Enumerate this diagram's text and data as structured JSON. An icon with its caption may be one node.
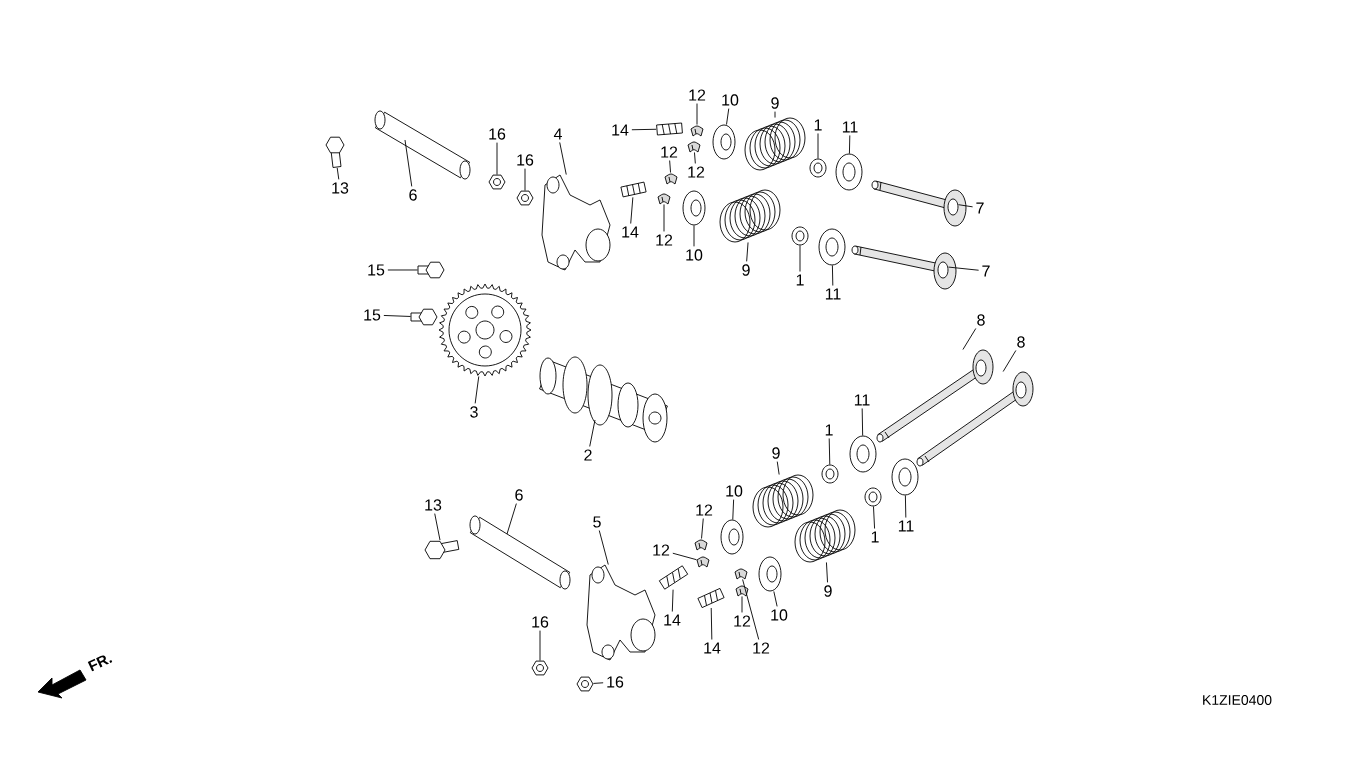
{
  "diagram": {
    "nodes": [
      {
        "text": [
          "13"
        ]
      },
      {
        "text": [
          "6"
        ]
      },
      {
        "text": [
          "16"
        ]
      },
      {
        "text": [
          "16"
        ]
      },
      {
        "text": [
          "4"
        ]
      },
      {
        "text": [
          "14"
        ]
      },
      {
        "text": [
          "12"
        ]
      },
      {
        "text": [
          "10"
        ]
      },
      {
        "text": [
          "9"
        ]
      },
      {
        "text": [
          "1"
        ]
      },
      {
        "text": [
          "11"
        ]
      },
      {
        "text": [
          "12"
        ]
      },
      {
        "text": [
          "12"
        ]
      },
      {
        "text": [
          "14"
        ]
      },
      {
        "text": [
          "12"
        ]
      },
      {
        "text": [
          "10"
        ]
      },
      {
        "text": [
          "9"
        ]
      },
      {
        "text": [
          "1"
        ]
      },
      {
        "text": [
          "11"
        ]
      },
      {
        "text": [
          "7"
        ]
      },
      {
        "text": [
          "7"
        ]
      },
      {
        "text": [
          "15"
        ]
      },
      {
        "text": [
          "15"
        ]
      },
      {
        "text": [
          "3"
        ]
      },
      {
        "text": [
          "2"
        ]
      },
      {
        "text": [
          "8"
        ]
      },
      {
        "text": [
          "8"
        ]
      },
      {
        "text": [
          "11"
        ]
      },
      {
        "text": [
          "1"
        ]
      },
      {
        "text": [
          "9"
        ]
      },
      {
        "text": [
          "10"
        ]
      },
      {
        "text": [
          "12"
        ]
      },
      {
        "text": [
          "12"
        ]
      },
      {
        "text": [
          "5"
        ]
      },
      {
        "text": [
          "13"
        ]
      },
      {
        "text": [
          "6"
        ]
      },
      {
        "text": [
          "14"
        ]
      },
      {
        "text": [
          "14"
        ]
      },
      {
        "text": [
          "12"
        ]
      },
      {
        "text": [
          "12"
        ]
      },
      {
        "text": [
          "10"
        ]
      },
      {
        "text": [
          "9"
        ]
      },
      {
        "text": [
          "1"
        ]
      },
      {
        "text": [
          "11"
        ]
      },
      {
        "text": [
          "16"
        ]
      },
      {
        "text": [
          "16"
        ]
      },
      {
        "text": [],
        "shape": "picture"
      },
      {
        "text": [],
        "shape": "picture"
      },
      {
        "text": [],
        "shape": "picture"
      },
      {
        "text": [],
        "shape": "picture"
      },
      {
        "text": [],
        "shape": "picture"
      },
      {
        "text": [],
        "shape": "picture"
      },
      {
        "text": [],
        "shape": "picture"
      },
      {
        "text": [],
        "shape": "picture"
      },
      {
        "text": [],
        "shape": "picture"
      },
      {
        "text": [],
        "shape": "picture"
      },
      {
        "text": [],
        "shape": "picture"
      },
      {
        "text": [],
        "shape": "picture"
      },
      {
        "text": [],
        "shape": "picture"
      },
      {
        "text": [],
        "shape": "picture"
      },
      {
        "text": [],
        "shape": "picture"
      },
      {
        "text": [],
        "shape": "picture"
      },
      {
        "text": [],
        "shape": "picture"
      },
      {
        "text": [],
        "shape": "picture"
      },
      {
        "text": [],
        "shape": "picture"
      },
      {
        "text": [],
        "shape": "picture"
      },
      {
        "text": [],
        "shape": "picture"
      },
      {
        "text": [],
        "shape": "picture"
      },
      {
        "text": [],
        "shape": "picture"
      },
      {
        "text": [],
        "shape": "picture"
      },
      {
        "text": [],
        "shape": "picture"
      },
      {
        "text": [],
        "shape": "picture"
      },
      {
        "text": [],
        "shape": "picture"
      },
      {
        "text": [],
        "shape": "picture"
      },
      {
        "text": [],
        "shape": "picture"
      },
      {
        "text": [],
        "shape": "picture"
      },
      {
        "text": [],
        "shape": "picture"
      },
      {
        "text": [],
        "shape": "picture"
      },
      {
        "text": [],
        "shape": "picture"
      },
      {
        "text": [],
        "shape": "picture"
      },
      {
        "text": [],
        "shape": "picture"
      },
      {
        "text": [],
        "shape": "picture"
      },
      {
        "text": [],
        "shape": "picture"
      },
      {
        "text": [],
        "shape": "picture"
      },
      {
        "text": [],
        "shape": "picture"
      },
      {
        "text": [],
        "shape": "picture"
      },
      {
        "text": [],
        "shape": "picture"
      },
      {
        "text": [],
        "shape": "picture"
      },
      {
        "text": [],
        "shape": "picture"
      },
      {
        "text": [],
        "shape": "picture"
      },
      {
        "text": [],
        "shape": "picture"
      },
      {
        "text": [],
        "shape": "picture"
      }
    ],
    "edges": [
      {
        "from": 0,
        "to": 46,
        "arrow": "none"
      },
      {
        "from": 1,
        "to": 47,
        "arrow": "none"
      },
      {
        "from": 2,
        "to": 48,
        "arrow": "none"
      },
      {
        "from": 3,
        "to": 49,
        "arrow": "none"
      },
      {
        "from": 4,
        "to": 50,
        "arrow": "none"
      },
      {
        "from": 5,
        "to": 51,
        "arrow": "none"
      },
      {
        "from": 6,
        "to": 52,
        "arrow": "none"
      },
      {
        "from": 7,
        "to": 53,
        "arrow": "none"
      },
      {
        "from": 8,
        "to": 54,
        "arrow": "none"
      },
      {
        "from": 9,
        "to": 55,
        "arrow": "none"
      },
      {
        "from": 10,
        "to": 56,
        "arrow": "none"
      },
      {
        "from": 11,
        "to": 57,
        "arrow": "none"
      },
      {
        "from": 12,
        "to": 58,
        "arrow": "none"
      },
      {
        "from": 13,
        "to": 59,
        "arrow": "none"
      },
      {
        "from": 14,
        "to": 60,
        "arrow": "none"
      },
      {
        "from": 15,
        "to": 61,
        "arrow": "none"
      },
      {
        "from": 16,
        "to": 62,
        "arrow": "none"
      },
      {
        "from": 17,
        "to": 63,
        "arrow": "none"
      },
      {
        "from": 18,
        "to": 64,
        "arrow": "none"
      },
      {
        "from": 19,
        "to": 65,
        "arrow": "none"
      },
      {
        "from": 20,
        "to": 66,
        "arrow": "none"
      },
      {
        "from": 21,
        "to": 67,
        "arrow": "none"
      },
      {
        "from": 22,
        "to": 68,
        "arrow": "none"
      },
      {
        "from": 23,
        "to": 69,
        "arrow": "none"
      },
      {
        "from": 24,
        "to": 70,
        "arrow": "none"
      },
      {
        "from": 25,
        "to": 71,
        "arrow": "none"
      },
      {
        "from": 26,
        "to": 72,
        "arrow": "none"
      },
      {
        "from": 27,
        "to": 73,
        "arrow": "none"
      },
      {
        "from": 28,
        "to": 74,
        "arrow": "none"
      },
      {
        "from": 29,
        "to": 75,
        "arrow": "none"
      },
      {
        "from": 30,
        "to": 76,
        "arrow": "none"
      },
      {
        "from": 31,
        "to": 77,
        "arrow": "none"
      },
      {
        "from": 32,
        "to": 78,
        "arrow": "none"
      },
      {
        "from": 33,
        "to": 79,
        "arrow": "none"
      },
      {
        "from": 34,
        "to": 80,
        "arrow": "none"
      },
      {
        "from": 35,
        "to": 81,
        "arrow": "none"
      },
      {
        "from": 36,
        "to": 82,
        "arrow": "none"
      },
      {
        "from": 37,
        "to": 83,
        "arrow": "none"
      },
      {
        "from": 38,
        "to": 84,
        "arrow": "none"
      },
      {
        "from": 39,
        "to": 85,
        "arrow": "none"
      },
      {
        "from": 40,
        "to": 86,
        "arrow": "none"
      },
      {
        "from": 41,
        "to": 87,
        "arrow": "none"
      },
      {
        "from": 42,
        "to": 88,
        "arrow": "none"
      },
      {
        "from": 43,
        "to": 89,
        "arrow": "none"
      },
      {
        "from": 44,
        "to": 90,
        "arrow": "none"
      },
      {
        "from": 45,
        "to": 91,
        "arrow": "none"
      }
    ],
    "labels": [
      "FR.",
      "K1ZIE0400"
    ]
  }
}
